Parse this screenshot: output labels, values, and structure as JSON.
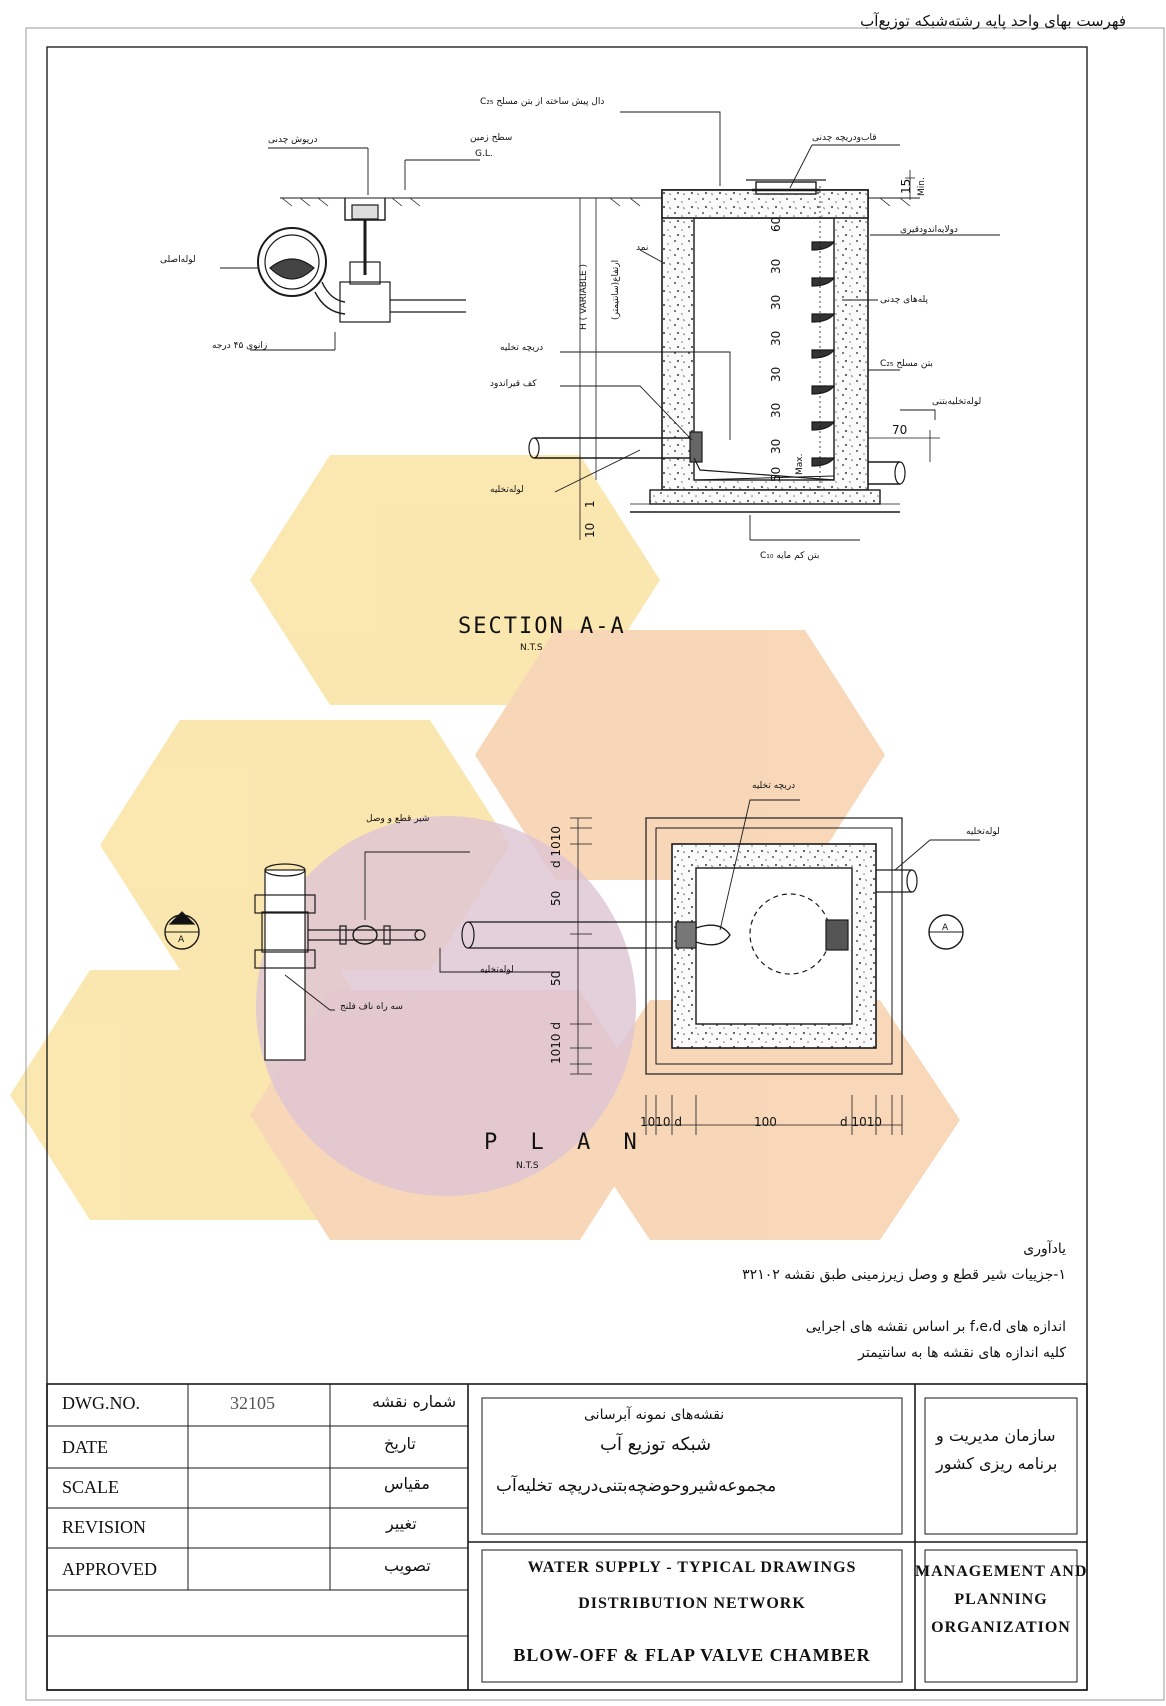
{
  "header": {
    "title": "فهرست بهای واحد پایه رشته‌شبکه توزیع‌آب"
  },
  "section_view": {
    "title": "SECTION A-A",
    "scale_note": "N.T.S",
    "labels": {
      "precast_slab": "دال پیش ساخته از بتن مسلح C₂₅",
      "ground_surface": "سطح زمین",
      "gl": "G.L.",
      "cast_iron_cover": "درپوش چدنی",
      "frame_and_cover": "قاب‌ودریچه چدنی",
      "main_pipe": "لوله‌اصلی",
      "elbow_45": "زانوی ۴۵ درجه",
      "bitumen_layer": "دولایه‌اندودقیری",
      "felt": "نمد",
      "cast_iron_steps": "پله‌های چدنی",
      "reinforced_concrete": "بتن مسلح C₂₅",
      "drain_flap": "دریچه تخلیه",
      "concrete_drain_pipe": "لوله‌تخلیه‌بتنی",
      "asphalt_floor": "کف قیراندود",
      "drain_pipe": "لوله‌تخلیه",
      "lean_concrete": "بتن کم مایه C₁₀",
      "h_variable": "H ( VARIABLE )",
      "height_cm": "ارتفاع(سانتیمتر)",
      "max": "Max.",
      "min": "Min."
    },
    "dims": {
      "top": "15",
      "d1": "60",
      "d2": "30",
      "d3": "30",
      "d4": "30",
      "d5": "30",
      "d6": "30",
      "d7": "30",
      "d8": "50",
      "b1": "1",
      "b2": "10",
      "side": "70"
    }
  },
  "plan_view": {
    "title": "P L A N",
    "scale_note": "N.T.S",
    "labels": {
      "gate_valve": "شیر قطع و وصل",
      "tee": "سه راه ناف فلنج",
      "drain_pipe_a": "لوله‌تخلیه",
      "drain_pipe_b": "لوله‌تخلیه",
      "drain_flap": "دریچه تخلیه",
      "marker_a": "A"
    },
    "vdims": {
      "top": "d 1010",
      "mid1": "50",
      "mid2": "50",
      "bot": "1010 d"
    },
    "hdims": {
      "left": "1010 d",
      "center": "100",
      "right": "d 1010"
    }
  },
  "notes": {
    "heading": "یادآوری",
    "line1": "۱-جزییات شیر قطع و وصل زیرزمینی طبق نقشه ۳۲۱۰۲",
    "line2": "اندازه های f،e،d بر اساس نقشه های اجرایی",
    "line3": "کلیه اندازه های نقشه ها به سانتیمتر"
  },
  "title_block": {
    "rows": [
      {
        "en": "DWG.NO.",
        "value": "32105",
        "fa": "شماره نقشه"
      },
      {
        "en": "DATE",
        "value": "",
        "fa": "تاریخ"
      },
      {
        "en": "SCALE",
        "value": "",
        "fa": "مقیاس"
      },
      {
        "en": "REVISION",
        "value": "",
        "fa": "تغییر"
      },
      {
        "en": "APPROVED",
        "value": "",
        "fa": "تصویب"
      }
    ],
    "fa_line1": "نقشه‌های نمونه آبرسانی",
    "fa_line2": "شبکه توزیع آب",
    "fa_line3": "مجموعه‌شیروحوضچه‌بتنی‌دریچه تخلیه‌آب",
    "en_line1": "WATER SUPPLY - TYPICAL DRAWINGS",
    "en_line2": "DISTRIBUTION NETWORK",
    "en_line3": "BLOW-OFF & FLAP VALVE CHAMBER",
    "org_fa1": "سازمان مدیریت و",
    "org_fa2": "برنامه ریزی کشور",
    "org_en1": "MANAGEMENT AND",
    "org_en2": "PLANNING",
    "org_en3": "ORGANIZATION"
  },
  "colors": {
    "line": "#1a1a1a",
    "watermark_yellow": "#f5c542",
    "watermark_orange": "#f0a15a",
    "watermark_circle": "#b47a98",
    "paper": "#ffffff"
  }
}
